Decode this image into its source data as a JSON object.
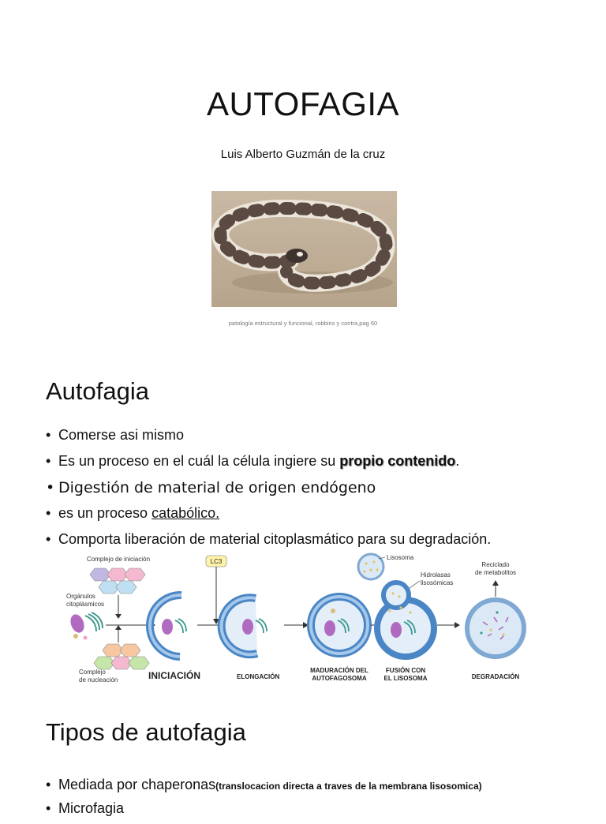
{
  "slide1": {
    "title": "AUTOFAGIA",
    "author": "Luis Alberto Guzmán de la cruz",
    "caption": "patología estructural y funcional, robbins y contra,pag 60"
  },
  "slide2": {
    "heading": "Autofagia",
    "bullets": {
      "b1": "Comerse asi mismo",
      "b2_pre": "Es un proceso en el cuál la célula ingiere su ",
      "b2_em": "propio contenido",
      "b2_post": ".",
      "b3": "Digestión de material de origen endógeno",
      "b4_pre": " es un proceso ",
      "b4_em": "catabólico.",
      "b5": "Comporta liberación de material citoplasmático para su degradación."
    },
    "diagram": {
      "complejo_iniciacion": "Complejo de iniciación",
      "organulos_1": "Orgánulos",
      "organulos_2": "citoplásmicos",
      "complejo_nucleacion_1": "Complejo",
      "complejo_nucleacion_2": "de nucleación",
      "lc3": "LC3",
      "lisosoma": "Lisosoma",
      "hidrolasas_1": "Hidrolasas",
      "hidrolasas_2": "lisosómicas",
      "reciclado_1": "Reciclado",
      "reciclado_2": "de metabolitos",
      "stage_iniciacion": "INICIACIÓN",
      "stage_elongacion": "ELONGACIÓN",
      "stage_maduracion_1": "MADURACIÓN DEL",
      "stage_maduracion_2": "AUTOFAGOSOMA",
      "stage_fusion_1": "FUSIÓN CON",
      "stage_fusion_2": "EL LISOSOMA",
      "stage_degradacion": "DEGRADACIÓN"
    }
  },
  "slide3": {
    "heading": "Tipos de autofagia",
    "b1": "Mediada por chaperonas",
    "b1_small": "(translocacion directa a traves de la membrana lisosomica)",
    "b2": "Microfagia"
  },
  "colors": {
    "membrane": "#4a86c5",
    "cell_fill": "#cfe0f2",
    "hex_pink": "#f4b8d0",
    "hex_blue": "#bfe0f3",
    "hex_orange": "#f6c7a0",
    "hex_green": "#c6e5a8"
  }
}
